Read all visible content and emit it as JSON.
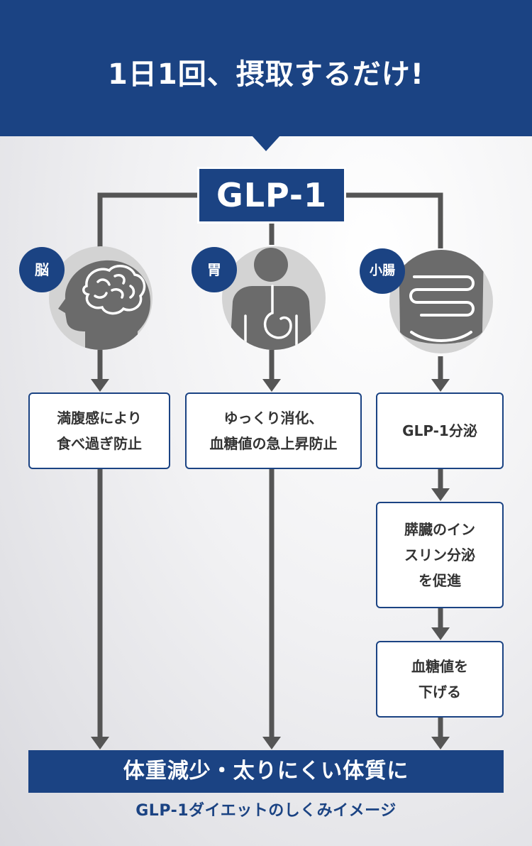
{
  "header": {
    "title": "1日1回、摂取するだけ!"
  },
  "center": {
    "label": "GLP-1"
  },
  "branches": [
    {
      "badge": "脳",
      "icon": "brain-head-icon",
      "steps": [
        "満腹感により\n食べ過ぎ防止"
      ]
    },
    {
      "badge": "胃",
      "icon": "stomach-body-icon",
      "steps": [
        "ゆっくり消化、\n血糖値の急上昇防止"
      ]
    },
    {
      "badge": "小腸",
      "icon": "intestine-icon",
      "steps": [
        "GLP-1分泌",
        "膵臓のイン\nスリン分泌\nを促進",
        "血糖値を\n下げる"
      ]
    }
  ],
  "result": {
    "label": "体重減少・太りにくい体質に"
  },
  "caption": "GLP-1ダイエットのしくみイメージ",
  "colors": {
    "primary": "#1b4383",
    "line": "#555555",
    "icon_bg": "#d3d3d3",
    "icon_fg": "#6b6b6b"
  }
}
